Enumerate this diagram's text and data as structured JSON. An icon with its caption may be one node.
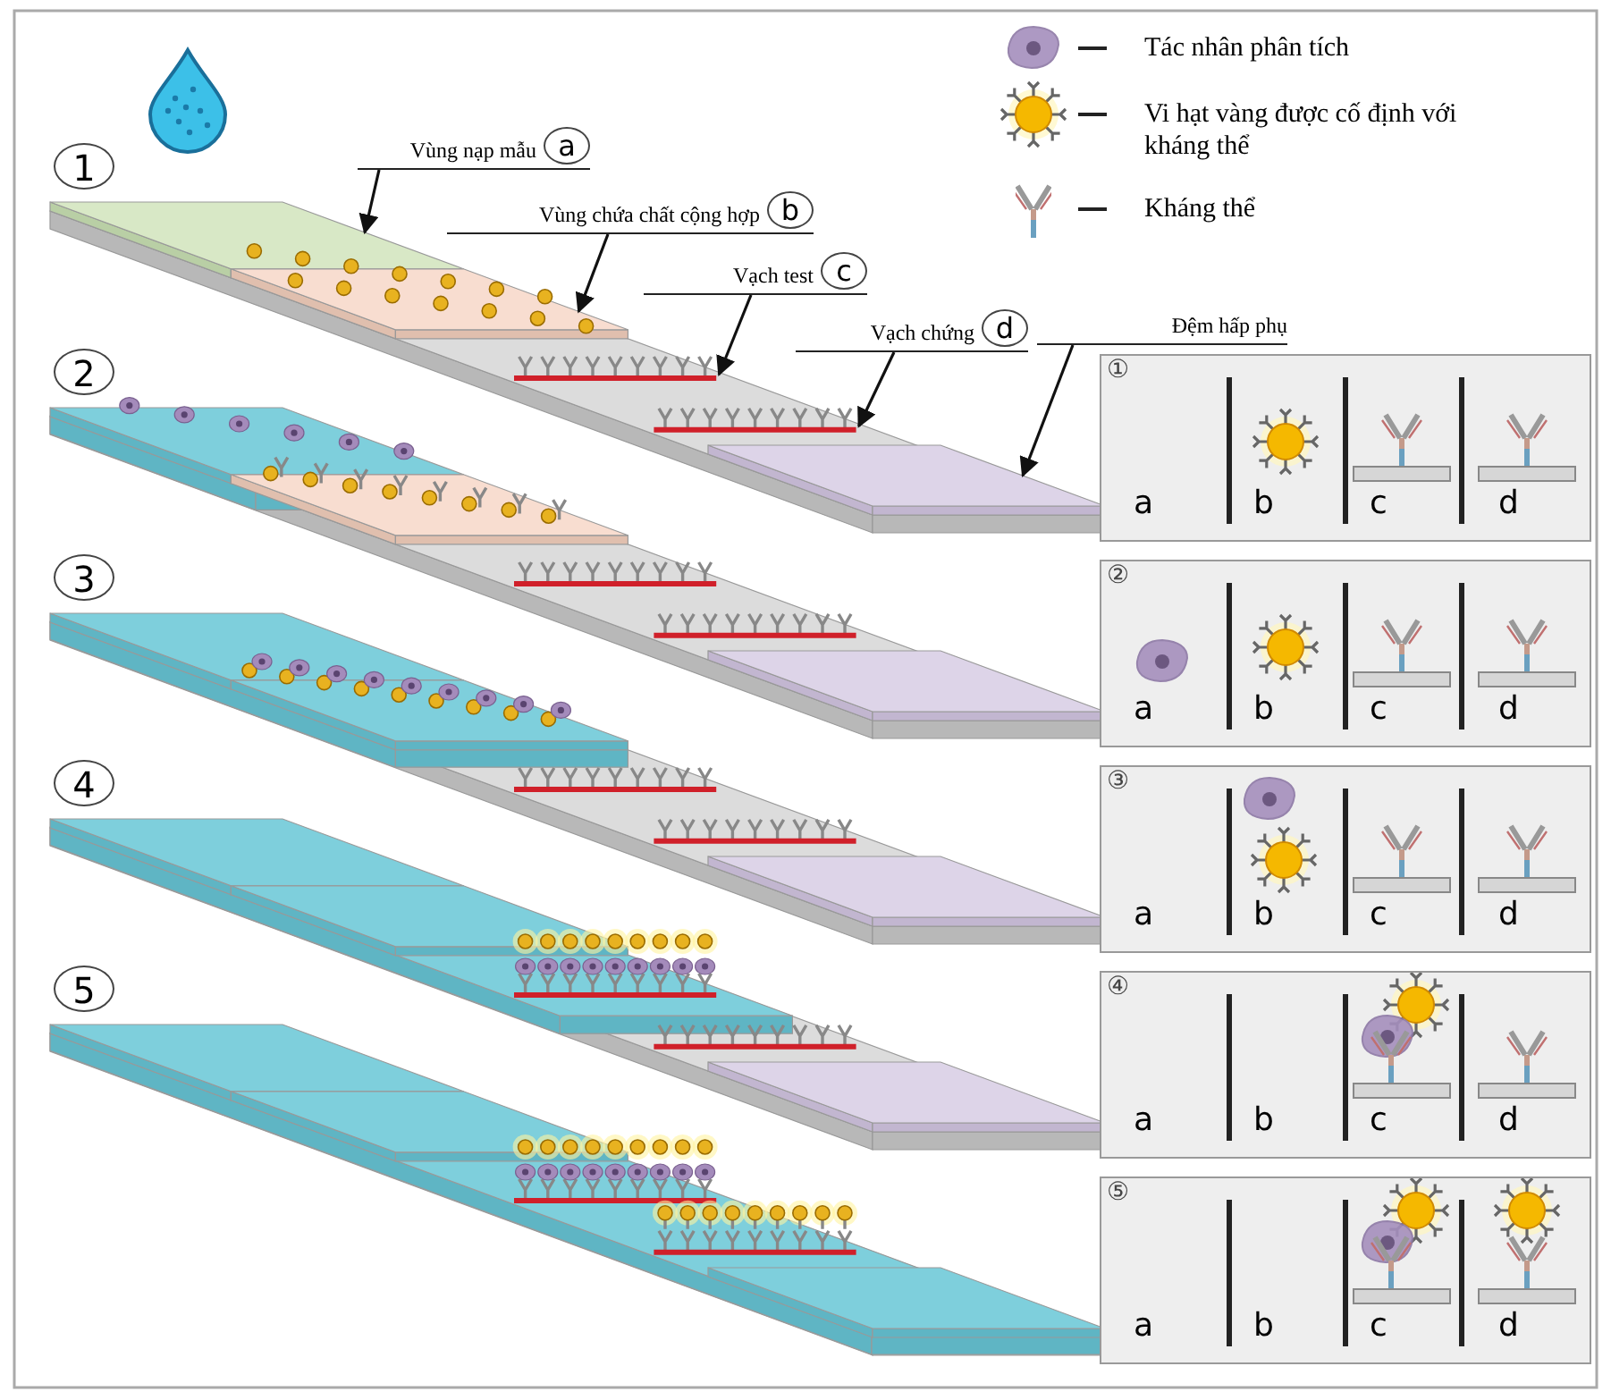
{
  "diagram": {
    "nodes": [
      {
        "text": [
          "Vùng nạp mẫu",
          "a"
        ]
      },
      {
        "text": [],
        "shape": "box"
      },
      {
        "text": [
          "Vùng chứa chất cộng hợp",
          "b"
        ]
      },
      {
        "text": [],
        "shape": "box"
      },
      {
        "text": [
          "Vạch test",
          "c"
        ]
      },
      {
        "text": [],
        "shape": "bar"
      },
      {
        "text": [
          "Vạch chứng",
          "d"
        ]
      },
      {
        "text": [],
        "shape": "bar"
      },
      {
        "text": [
          "Đệm hấp phụ"
        ]
      },
      {
        "text": [],
        "shape": "box"
      },
      {
        "text": [
          "1"
        ]
      },
      {
        "text": [
          "2"
        ]
      },
      {
        "text": [
          "3"
        ]
      },
      {
        "text": [
          "4"
        ]
      },
      {
        "text": [
          "5"
        ]
      },
      {
        "text": [
          "①",
          "a",
          "b",
          "c",
          "d"
        ]
      },
      {
        "text": [
          "②",
          "a",
          "b",
          "c",
          "d"
        ]
      },
      {
        "text": [
          "③",
          "a",
          "b",
          "c",
          "d"
        ]
      },
      {
        "text": [
          "④",
          "a",
          "b",
          "c",
          "d"
        ]
      },
      {
        "text": [
          "⑤",
          "a",
          "b",
          "c",
          "d"
        ]
      }
    ],
    "edges": [
      {
        "from": 0,
        "to": 1,
        "arrow": "to"
      },
      {
        "from": 2,
        "to": 3,
        "arrow": "to"
      },
      {
        "from": 4,
        "to": 5,
        "arrow": "to"
      },
      {
        "from": 6,
        "to": 7,
        "arrow": "to"
      },
      {
        "from": 8,
        "to": 9,
        "arrow": "to"
      }
    ],
    "legend": [
      {
        "text": "Tác nhân phân tích"
      },
      {
        "text": "Vi hạt vàng được cố định với kháng thể"
      },
      {
        "text": "Kháng thể"
      }
    ]
  }
}
